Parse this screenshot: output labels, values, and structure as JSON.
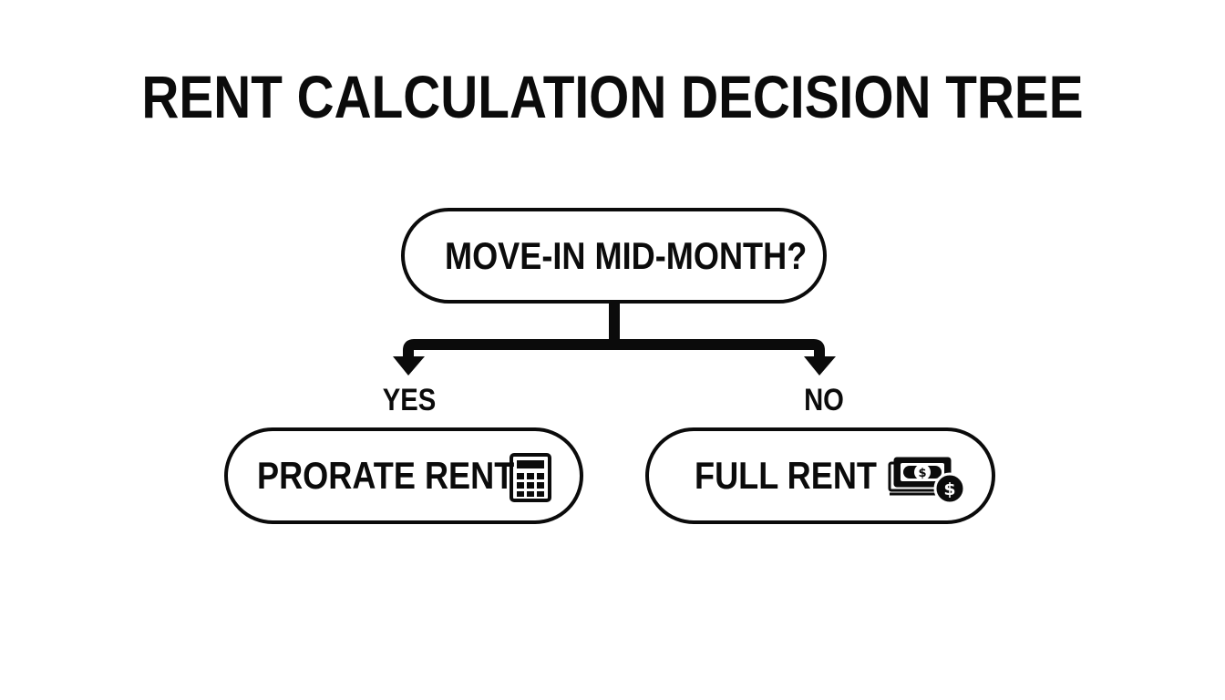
{
  "title": "RENT CALCULATION DECISION TREE",
  "root": {
    "label": "MOVE-IN MID-MONTH?"
  },
  "branches": [
    {
      "edge_label": "YES",
      "node_label": "PRORATE RENT",
      "icon": "calculator-icon"
    },
    {
      "edge_label": "NO",
      "node_label": "FULL RENT",
      "icon": "money-icon"
    }
  ],
  "colors": {
    "ink": "#0b0b0b",
    "background": "#ffffff"
  }
}
